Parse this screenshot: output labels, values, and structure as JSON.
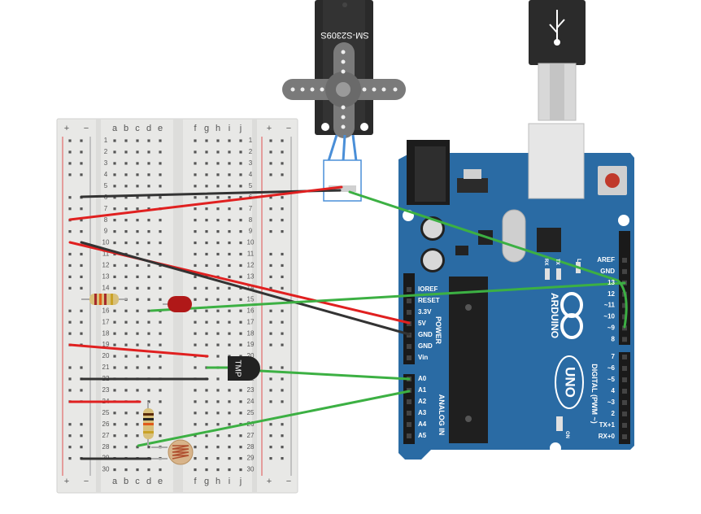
{
  "breadboard": {
    "plus": "+",
    "minus": "−",
    "columns_left": [
      "a",
      "b",
      "c",
      "d",
      "e"
    ],
    "columns_right": [
      "f",
      "g",
      "h",
      "i",
      "j"
    ],
    "rows": [
      1,
      2,
      3,
      4,
      5,
      6,
      7,
      8,
      9,
      10,
      11,
      12,
      13,
      14,
      15,
      16,
      17,
      18,
      19,
      20,
      21,
      22,
      23,
      24,
      25,
      26,
      27,
      28,
      29,
      30
    ]
  },
  "servo": {
    "model": "SM-S2309S"
  },
  "sensor": {
    "label": "TMP"
  },
  "arduino": {
    "brand": "ARDUINO",
    "model": "UNO",
    "on_label": "ON",
    "tx_label": "TX",
    "rx_label": "RX",
    "l_label": "L",
    "power_header": "POWER",
    "power_pins": [
      "IOREF",
      "RESET",
      "3.3V",
      "5V",
      "GND",
      "GND",
      "Vin"
    ],
    "analog_header": "ANALOG IN",
    "analog_pins": [
      "A0",
      "A1",
      "A2",
      "A3",
      "A4",
      "A5"
    ],
    "digital_header": "DIGITAL (PWM ~)",
    "digital_top_pins": [
      "AREF",
      "GND",
      "13",
      "12",
      "~11",
      "~10",
      "~9",
      "8"
    ],
    "digital_bottom_pins": [
      "7",
      "~6",
      "~5",
      "4",
      "~3",
      "2",
      "TX+1",
      "RX+0"
    ]
  },
  "colors": {
    "board": "#2a6ba4",
    "wire_red": "#e02020",
    "wire_black": "#333333",
    "wire_green": "#3cb043",
    "breadboard": "#e8e8e6",
    "led": "#b01818"
  }
}
